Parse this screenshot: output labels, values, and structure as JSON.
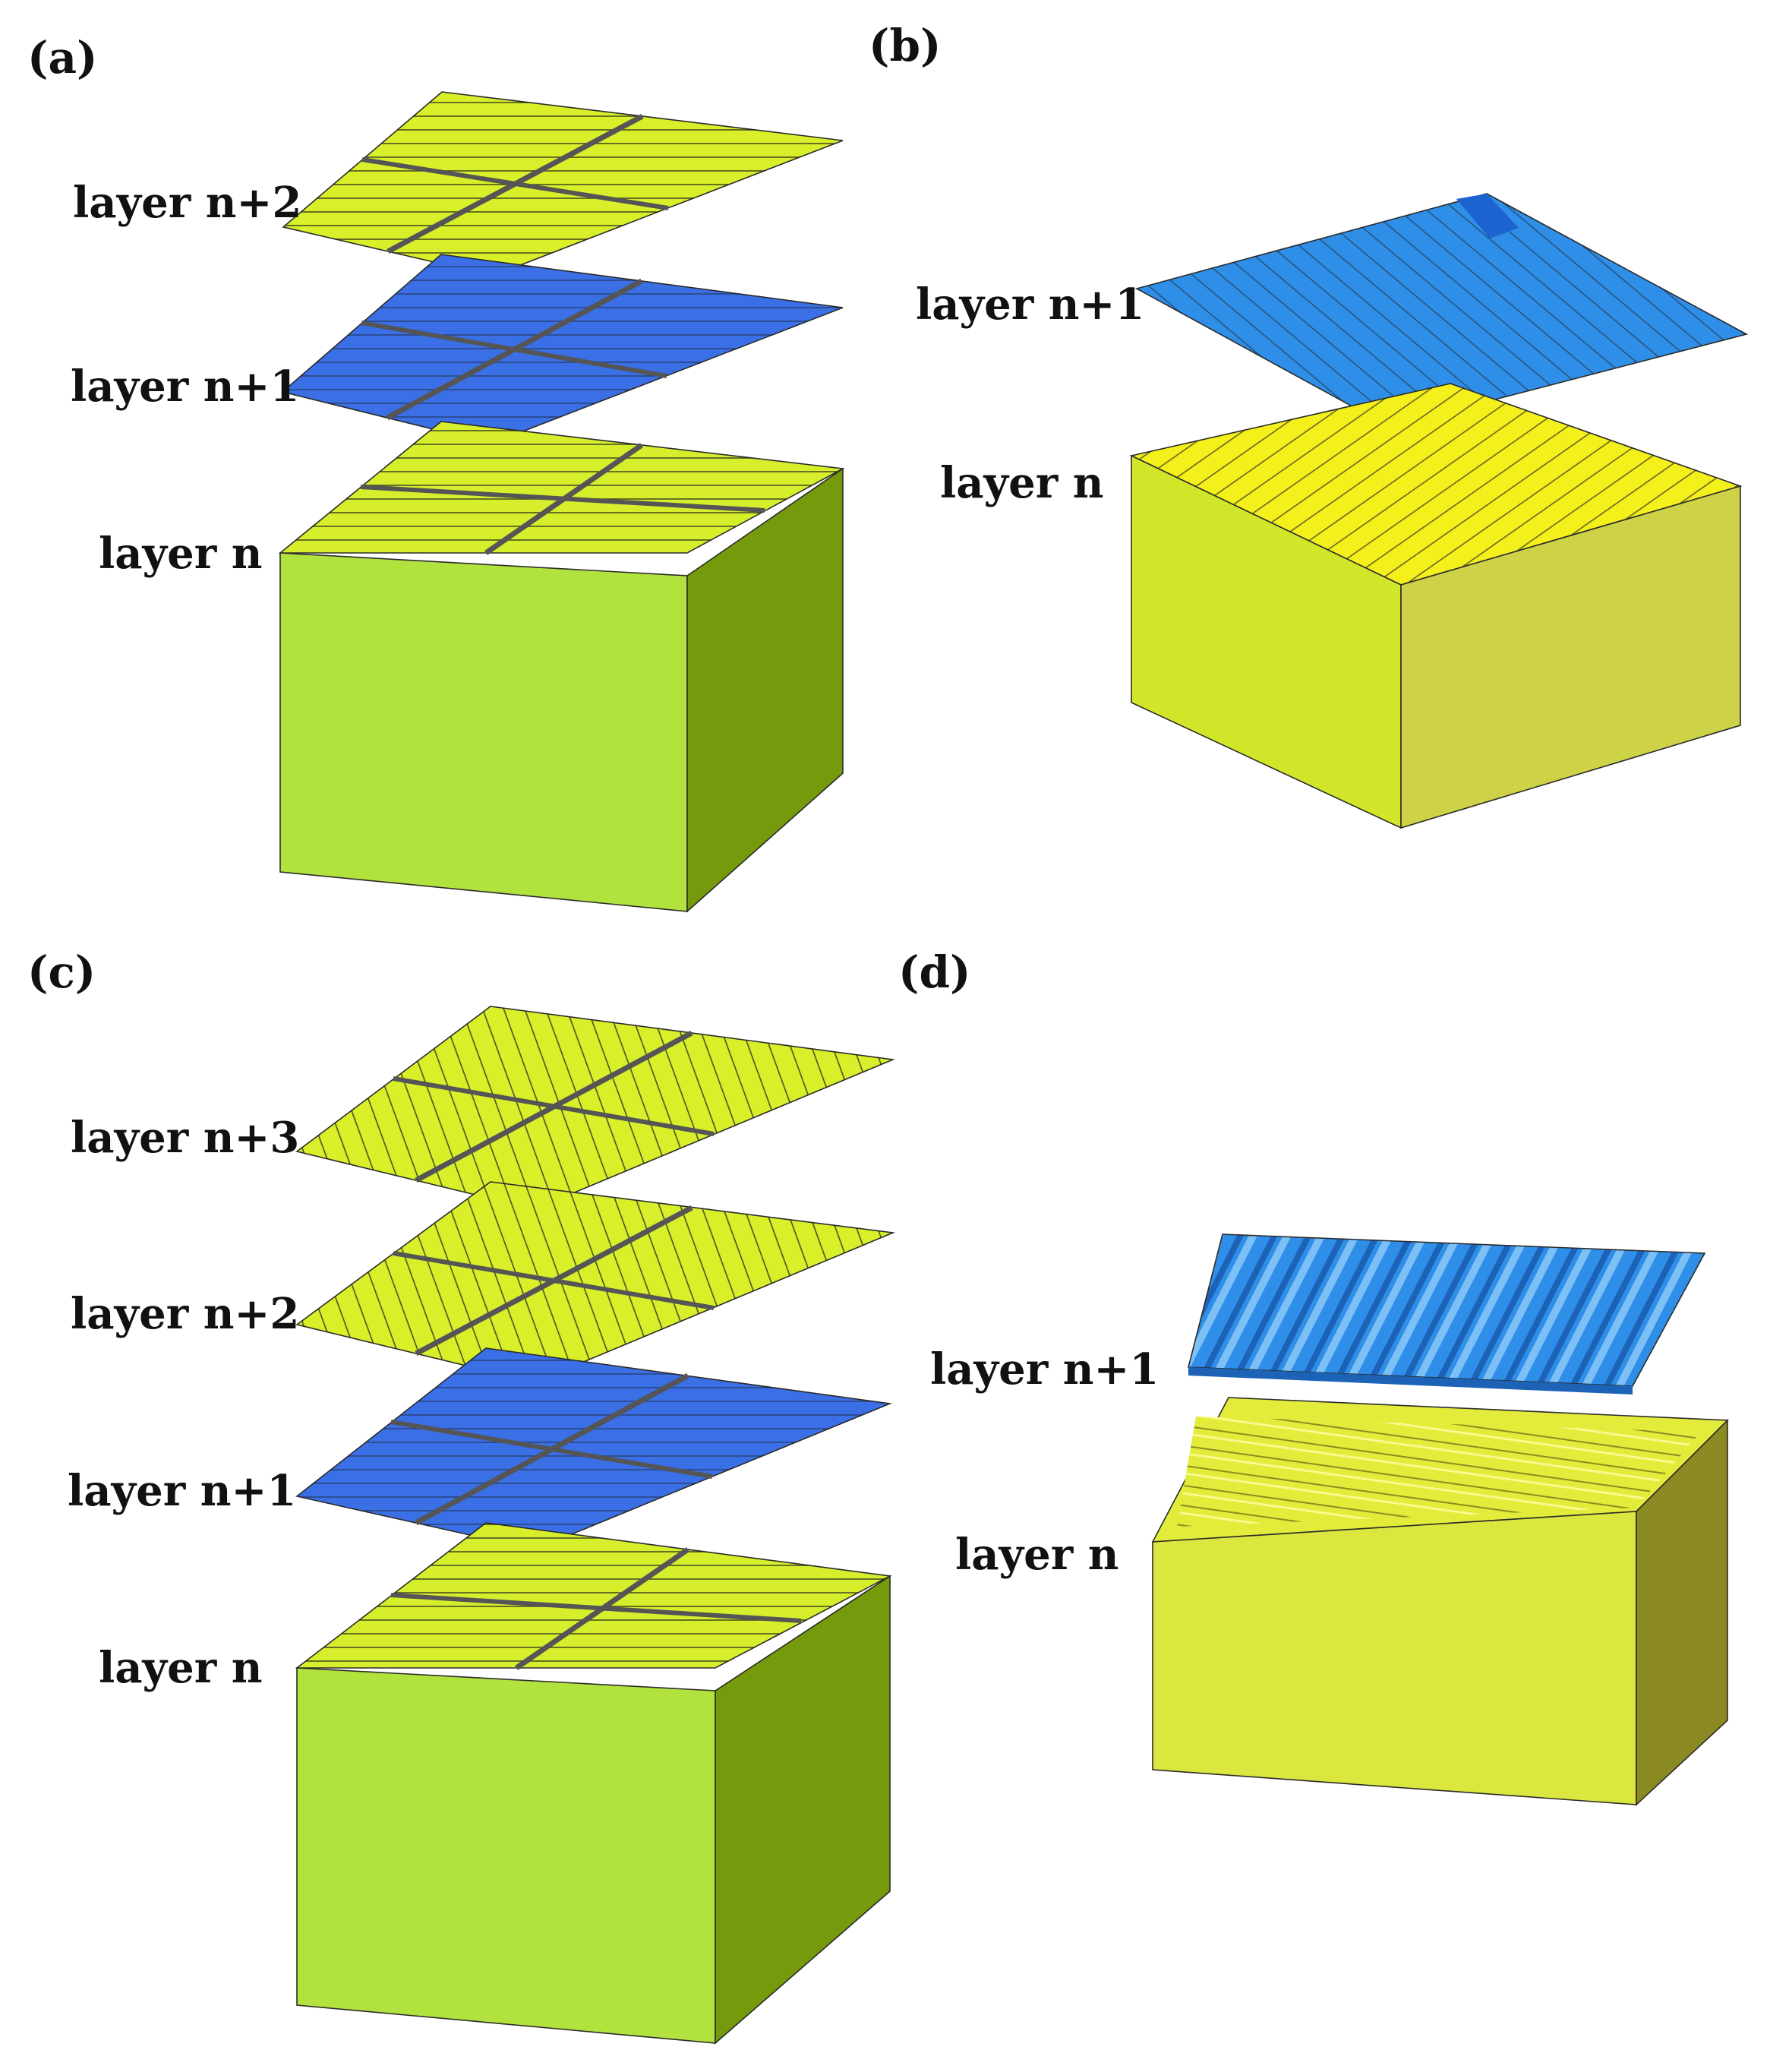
{
  "panels": [
    {
      "id": "a",
      "label": "(a)",
      "layers": [
        {
          "label": "layer n+2",
          "color": "#d8ef2a",
          "pattern": "quadrant-raster"
        },
        {
          "label": "layer n+1",
          "color": "#3a6fe6",
          "pattern": "quadrant-raster"
        },
        {
          "label": "layer n",
          "color": "#c8ea2d",
          "pattern": "quadrant-raster"
        }
      ]
    },
    {
      "id": "b",
      "label": "(b)",
      "layers": [
        {
          "label": "layer n+1",
          "color": "#2f8fe8",
          "pattern": "zigzag"
        },
        {
          "label": "layer n",
          "color": "#f2f21a",
          "pattern": "zigzag"
        }
      ]
    },
    {
      "id": "c",
      "label": "(c)",
      "layers": [
        {
          "label": "layer n+3",
          "color": "#d8ef2a",
          "pattern": "quadrant-diagonal"
        },
        {
          "label": "layer n+2",
          "color": "#d8ef2a",
          "pattern": "quadrant-diagonal"
        },
        {
          "label": "layer n+1",
          "color": "#3a6fe6",
          "pattern": "quadrant-raster"
        },
        {
          "label": "layer n",
          "color": "#c8ea2d",
          "pattern": "quadrant-raster"
        }
      ]
    },
    {
      "id": "d",
      "label": "(d)",
      "layers": [
        {
          "label": "layer n+1",
          "color": "#2f8fe8",
          "pattern": "tubes"
        },
        {
          "label": "layer n",
          "color": "#e3ec3a",
          "pattern": "grooves"
        }
      ]
    }
  ],
  "colors": {
    "green_top": "#d6ee2c",
    "green_front": "#b2e23e",
    "green_side": "#759a0c",
    "blue": "#3a6fe6",
    "blue_light": "#2f8fe8",
    "yellow_top": "#f4f01c",
    "yellow_front": "#d2e629",
    "yellow_side": "#cdd246",
    "olive_front": "#dbe63f",
    "olive_side": "#8b8a22",
    "separator": "#555555"
  }
}
